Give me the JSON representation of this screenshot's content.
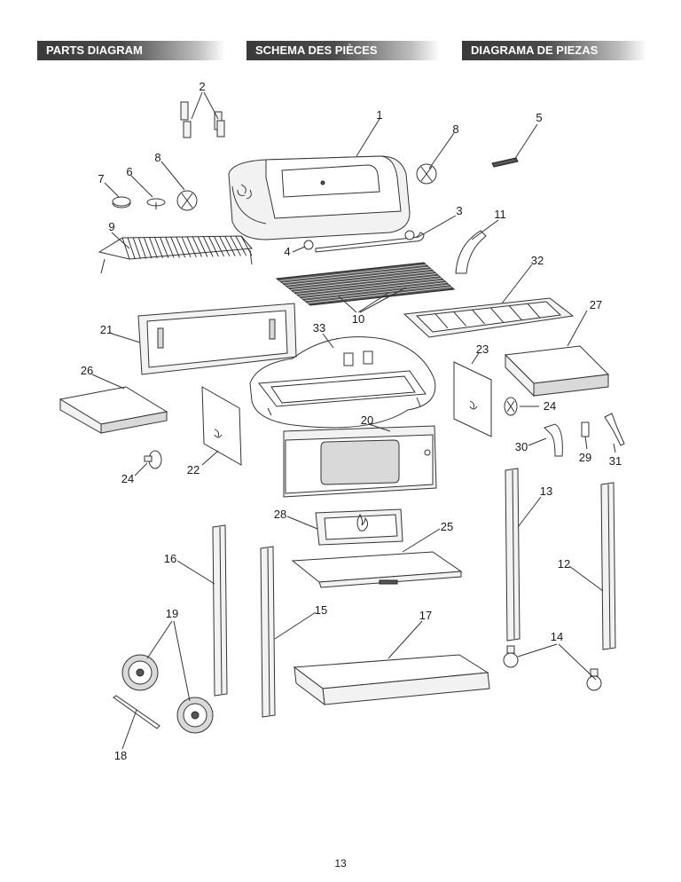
{
  "headers": {
    "english": "PARTS DIAGRAM",
    "french": "SCHEMA DES PIÈCES",
    "spanish": "DIAGRAMA DE PIEZAS"
  },
  "callouts": [
    "1",
    "2",
    "3",
    "4",
    "5",
    "6",
    "7",
    "8",
    "8",
    "9",
    "10",
    "11",
    "12",
    "13",
    "14",
    "15",
    "16",
    "17",
    "18",
    "19",
    "20",
    "21",
    "22",
    "23",
    "24",
    "24",
    "25",
    "26",
    "27",
    "28",
    "29",
    "30",
    "31",
    "32",
    "33"
  ],
  "page_number": "13"
}
